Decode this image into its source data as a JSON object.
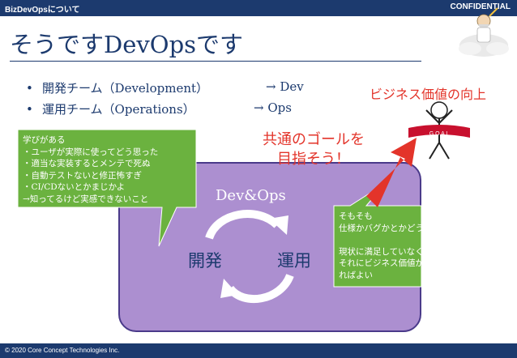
{
  "header": {
    "left_label": "BizDevOpsについて",
    "right_label": "CONFIDENTIAL"
  },
  "slide": {
    "title": "そうですDevOpsです",
    "bullets": [
      {
        "text": "開発チーム（Development）",
        "arrow": "→ Dev"
      },
      {
        "text": "運用チーム（Operations）",
        "arrow": "→ Ops"
      }
    ],
    "bullet_marker": "•",
    "devops_label": "Dev&Ops",
    "dev_label": "開発",
    "ops_label": "運用",
    "left_callout": "学びがある\n・ユーザが実際に使ってどう思った\n・適当な実装するとメンテで死ぬ\n・自動テストないと修正怖すぎ\n・CI/CDないとかまじかよ\n→知ってるけど実感できないこと",
    "right_callout": "そもそも\n仕様かバグかとかどうでも良い\n\n現状に満足していなくて\nそれにビジネス価値があるならや\nればよい",
    "goal_message": "共通のゴールを\n目指そう！",
    "business_value": "ビジネス価値の向上",
    "goal_banner": "G O A L"
  },
  "footer": {
    "copyright": "© 2020 Core Concept Technologies Inc."
  },
  "colors": {
    "navy": "#1c3a6e",
    "purple": "#ac8fd0",
    "green": "#6bb23f",
    "red": "#e3342a"
  }
}
